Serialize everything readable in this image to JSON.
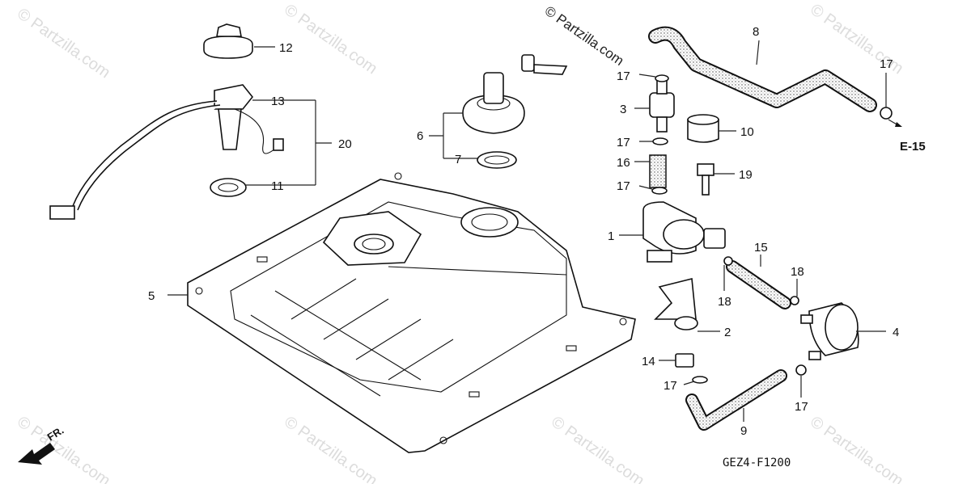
{
  "copyright": "© Partzilla.com",
  "watermark": "© Partzilla.com",
  "diagram_code": "GEZ4-F1200",
  "reference": "E-15",
  "front_marker": "FR.",
  "callouts": {
    "c1": "1",
    "c2": "2",
    "c3": "3",
    "c4": "4",
    "c5": "5",
    "c6": "6",
    "c7": "7",
    "c8": "8",
    "c9": "9",
    "c10": "10",
    "c11": "11",
    "c12": "12",
    "c13": "13",
    "c14": "14",
    "c15": "15",
    "c16": "16",
    "c19": "19",
    "c20": "20",
    "c17": "17",
    "c18": "18"
  }
}
